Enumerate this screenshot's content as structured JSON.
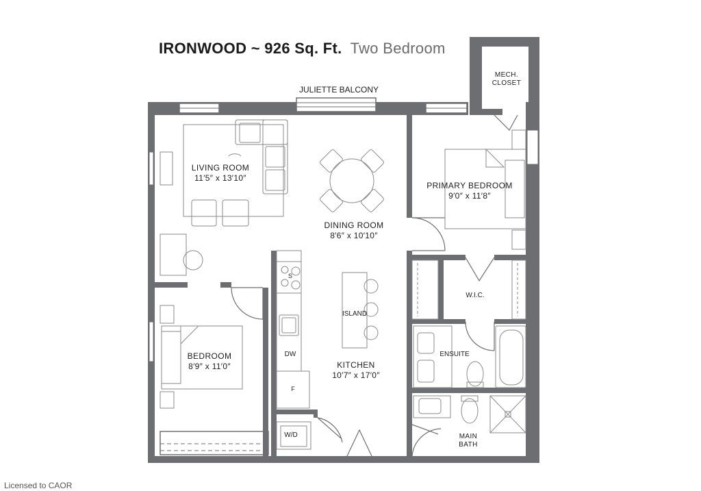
{
  "title": {
    "name": "IRONWOOD ~ 926 Sq. Ft.",
    "type": "Two Bedroom"
  },
  "balcony_label": "JULIETTE BALCONY",
  "rooms": {
    "living": {
      "name": "LIVING ROOM",
      "dims": "11′5″ x 13′10″"
    },
    "dining": {
      "name": "DINING ROOM",
      "dims": "8′6″ x 10′10″"
    },
    "primary_bedroom": {
      "name": "PRIMARY BEDROOM",
      "dims": "9′0″ x 11′8″"
    },
    "bedroom": {
      "name": "BEDROOM",
      "dims": "8′9″ x 11′0″"
    },
    "kitchen": {
      "name": "KITCHEN",
      "dims": "10′7″ x 17′0″"
    }
  },
  "labels": {
    "mech_line1": "MECH.",
    "mech_line2": "CLOSET",
    "wic": "W.I.C.",
    "ensuite": "ENSUITE",
    "island": "ISLAND",
    "dw": "DW",
    "fridge": "F",
    "wd": "W/D",
    "stove": "S",
    "main_bath_line1": "MAIN",
    "main_bath_line2": "BATH"
  },
  "watermark": "Licensed to CAOR",
  "colors": {
    "wall": "#6d6e71",
    "fixture": "#8a8a8a",
    "window": "#ffffff"
  }
}
